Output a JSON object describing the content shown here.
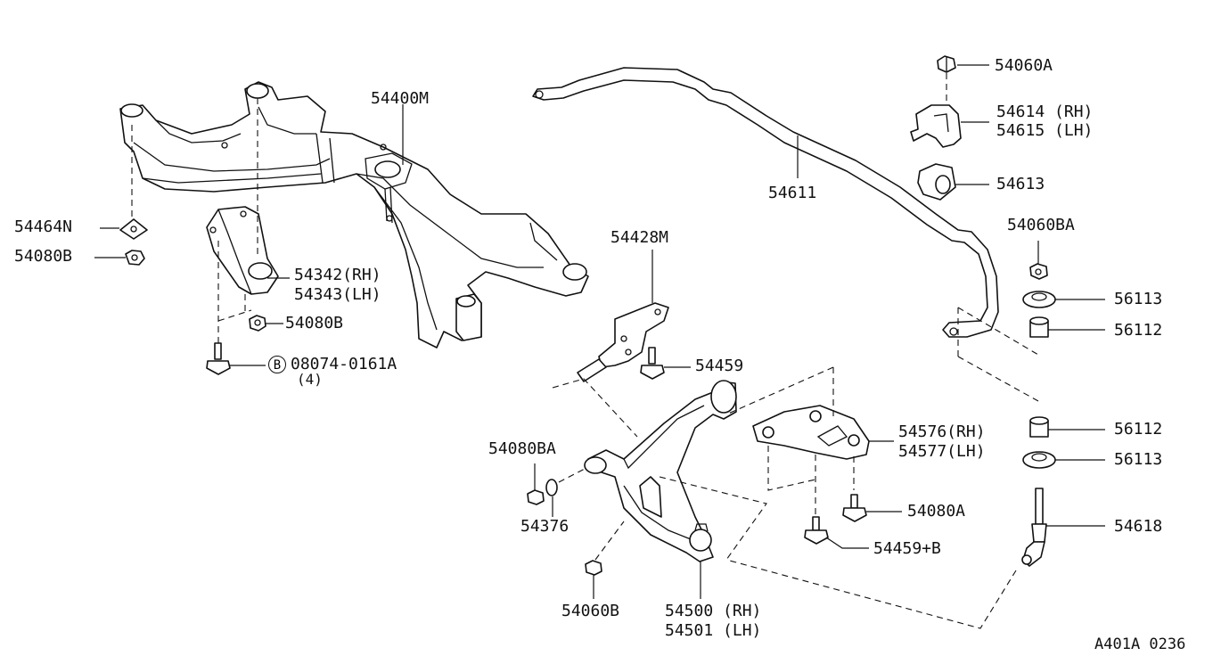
{
  "labels": {
    "p54400M": "54400M",
    "p54464N": "54464N",
    "p54080B_1": "54080B",
    "p54342": "54342(RH)",
    "p54343": "54343(LH)",
    "p54080B_2": "54080B",
    "p08074": "08074-0161A",
    "p08074_qty": "(4)",
    "p08074_mark": "B",
    "p54611": "54611",
    "p54060A": "54060A",
    "p54614": "54614 (RH)",
    "p54615": "54615 (LH)",
    "p54613": "54613",
    "p54060BA": "54060BA",
    "p56113_a": "56113",
    "p56112_a": "56112",
    "p54428M": "54428M",
    "p54459": "54459",
    "p54576": "54576(RH)",
    "p54577": "54577(LH)",
    "p56112_b": "56112",
    "p56113_b": "56113",
    "p54080BA": "54080BA",
    "p54376": "54376",
    "p54080A": "54080A",
    "p54618": "54618",
    "p54459B": "54459+B",
    "p54060B": "54060B",
    "p54500": "54500 (RH)",
    "p54501": "54501 (LH)",
    "drawing_code": "A401A 0236"
  }
}
